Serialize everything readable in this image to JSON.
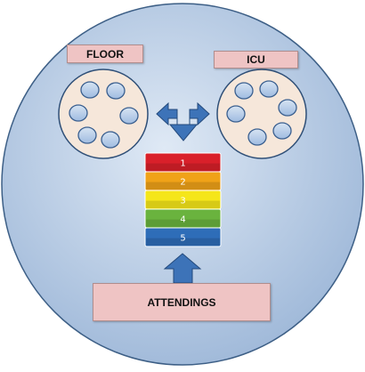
{
  "labels": {
    "floor": "FLOOR",
    "icu": "ICU",
    "attendings": "ATTENDINGS"
  },
  "tiers": [
    {
      "label": "1",
      "color": "#d9202a"
    },
    {
      "label": "2",
      "color": "#f0a218"
    },
    {
      "label": "3",
      "color": "#f5e61a"
    },
    {
      "label": "4",
      "color": "#6ab33e"
    },
    {
      "label": "5",
      "color": "#2e6db8"
    }
  ],
  "colors": {
    "outer_circle": "#a9c2df",
    "unit_circle": "#f5e5d8",
    "bed_circle": "#b9cfe9",
    "arrow": "#3d73b8"
  }
}
